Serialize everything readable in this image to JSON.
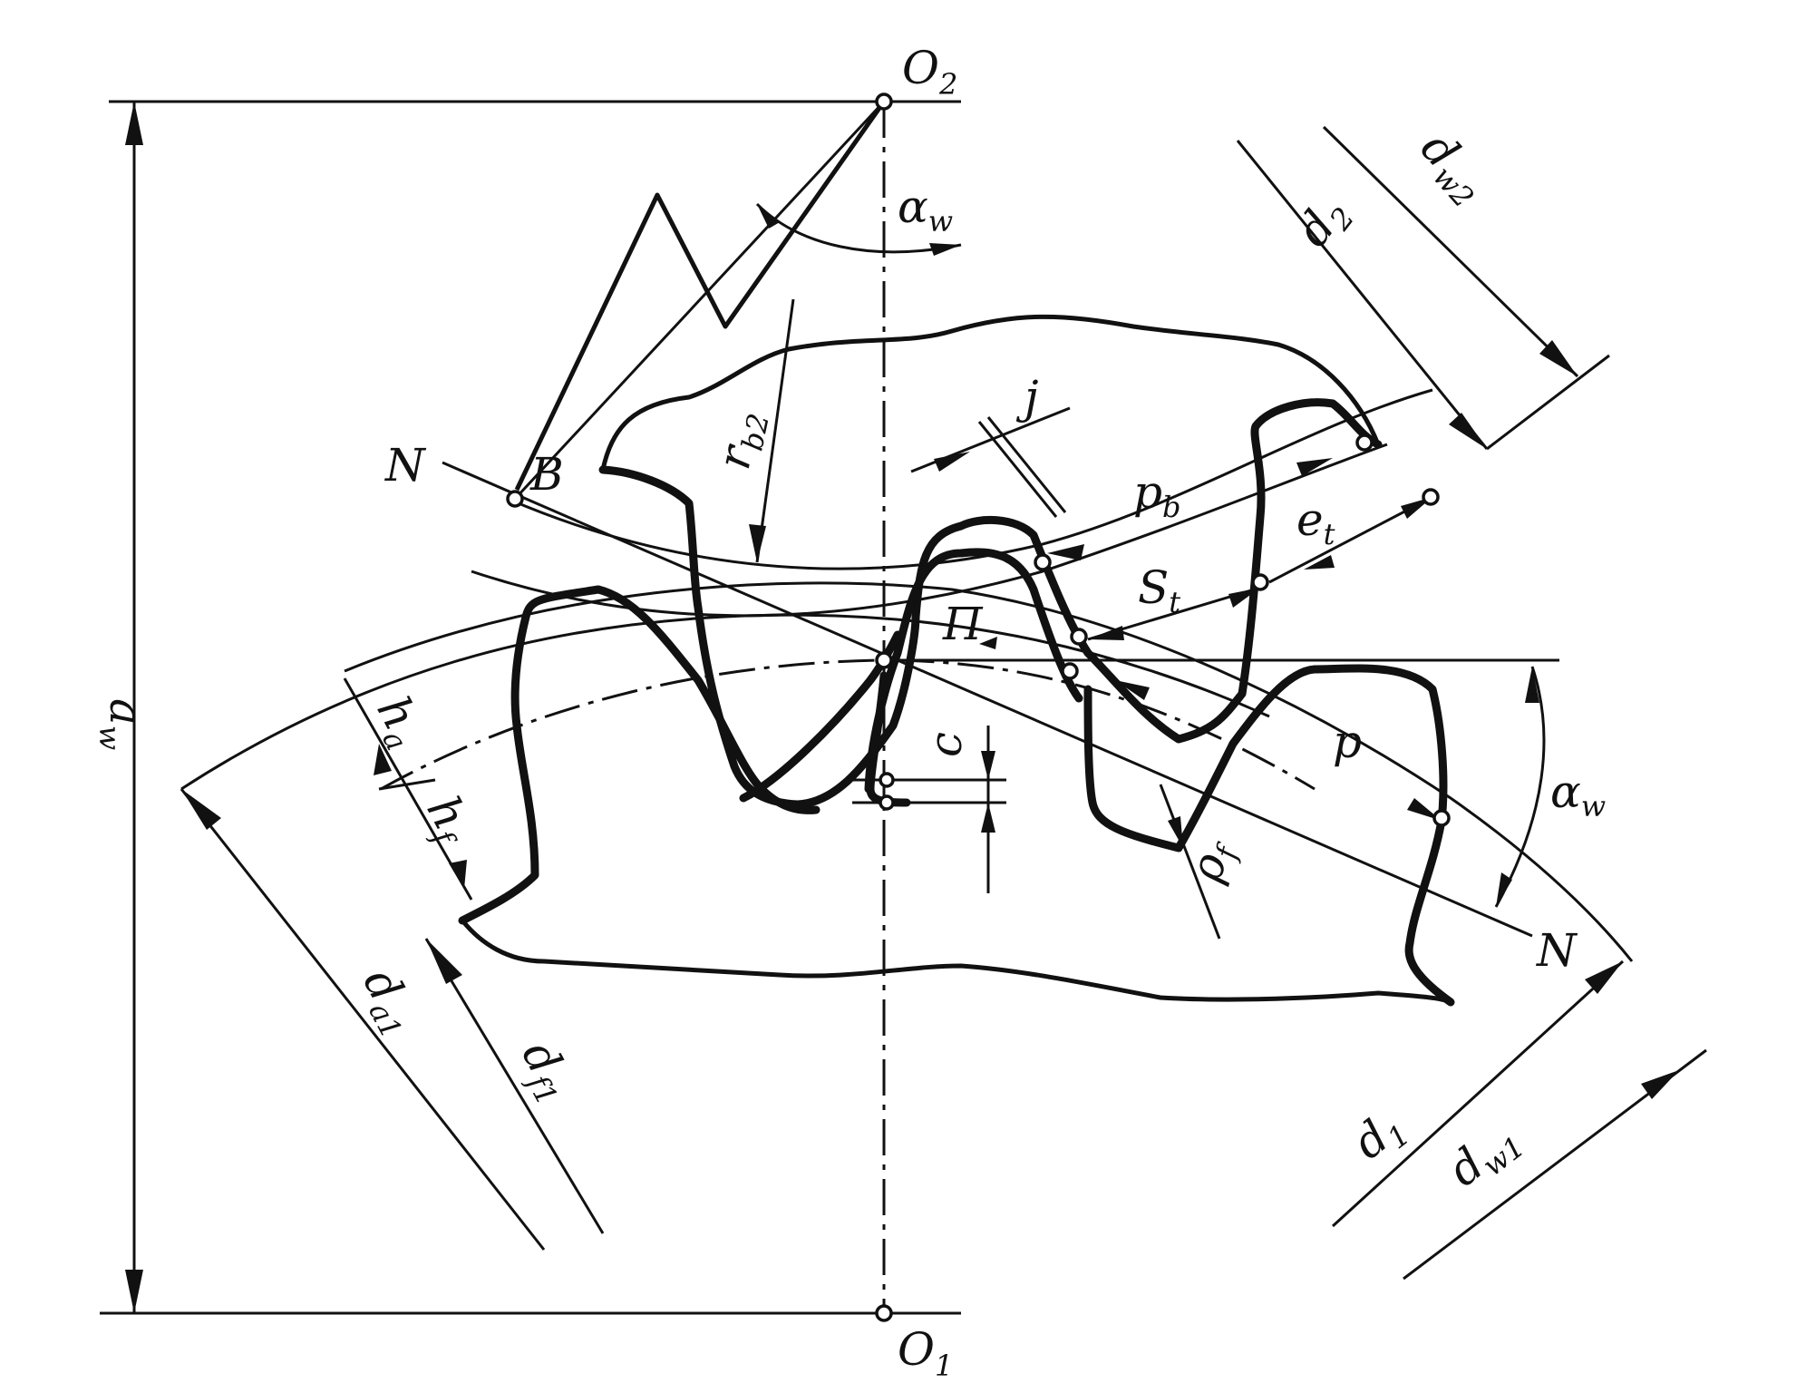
{
  "labels": {
    "O2": "O",
    "O2_sub": "2",
    "O1": "O",
    "O1_sub": "1",
    "aw": "a",
    "aw_sub": "w",
    "alpha_w_top": "α",
    "alpha_w_top_sub": "w",
    "alpha_w_right": "α",
    "alpha_w_right_sub": "w",
    "N_left": "N",
    "N_right": "N",
    "B": "B",
    "P": "П",
    "rb2": "r",
    "rb2_sub": "b2",
    "j": "j",
    "pb": "p",
    "pb_sub": "b",
    "et": "e",
    "et_sub": "t",
    "st": "S",
    "st_sub": "t",
    "p": "p",
    "rho_f": "ρ",
    "rho_f_sub": "f",
    "c": "c",
    "ha": "h",
    "ha_sub": "a",
    "hf": "h",
    "hf_sub": "f",
    "da1": "d",
    "da1_sub": "a1",
    "df1": "d",
    "df1_sub": "f1",
    "d1": "d",
    "d1_sub": "1",
    "dw1": "d",
    "dw1_sub": "w1",
    "d2": "d",
    "d2_sub": "2",
    "dw2": "d",
    "dw2_sub": "w2"
  },
  "colors": {
    "ink": "#111111",
    "paper": "#ffffff"
  }
}
